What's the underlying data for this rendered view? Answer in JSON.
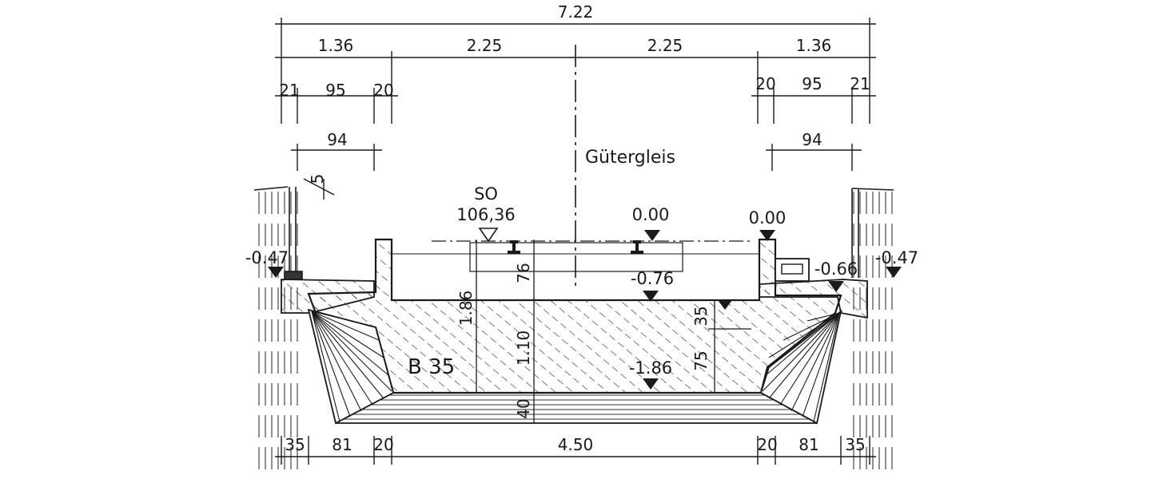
{
  "drawing": {
    "track_label": "Gütergleis",
    "concrete_grade": "B 35",
    "station_label": "SO",
    "station_value": "106,36",
    "dims_top": {
      "overall": "7.22",
      "left_outer": "1.36",
      "left_inner": "2.25",
      "right_inner": "2.25",
      "right_outer": "1.36"
    },
    "dims_second": {
      "left_a": "21",
      "left_b": "95",
      "left_c": "20",
      "right_a": "20",
      "right_b": "95",
      "right_c": "21"
    },
    "dims_rails": {
      "left": "94",
      "right": "94"
    },
    "dims_small": {
      "five": "5"
    },
    "levels": {
      "rail_left": "0.00",
      "rail_right": "0.00",
      "ground_left": "-0.47",
      "ground_right": "-0.47",
      "walkway": "-0.66",
      "trough_top": "-0.76",
      "slab_bottom": "-1.86"
    },
    "dims_vertical": {
      "total": "1.86",
      "slab": "1.10",
      "trough": "76",
      "bottom": "40",
      "edge": "35",
      "side": "75"
    },
    "dims_bottom": {
      "left_a": "35",
      "left_b": "81",
      "left_c": "20",
      "center": "4.50",
      "right_a": "20",
      "right_b": "81",
      "right_c": "35"
    }
  }
}
